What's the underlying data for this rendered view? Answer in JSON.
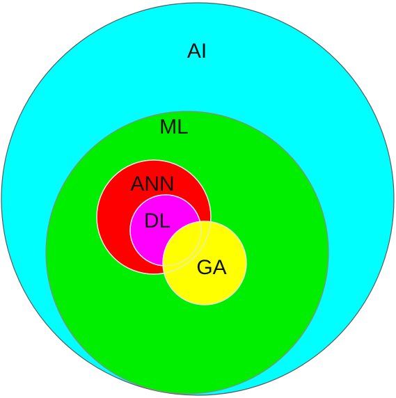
{
  "diagram": {
    "regions": [
      {
        "label": "AI",
        "color": "#00ffff"
      },
      {
        "label": "ML",
        "color": "#00ee00"
      },
      {
        "label": "ANN",
        "color": "#ff0000"
      },
      {
        "label": "DL",
        "color": "#ff00ff"
      },
      {
        "label": "GA",
        "color": "#ffff00"
      }
    ]
  }
}
